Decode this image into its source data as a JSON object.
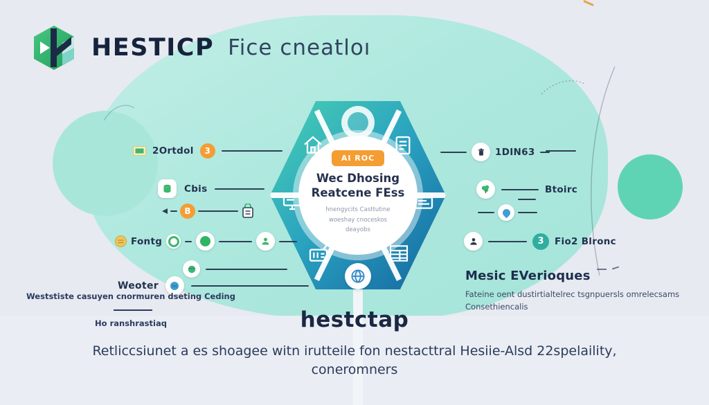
{
  "header": {
    "brand": "HESTICP",
    "tagline": "Fice cneatloı"
  },
  "hub": {
    "badge": "AI ROC",
    "title_line1": "Wec Dhosing",
    "title_line2": "Reatcene FEss",
    "sub_line1": "hnengycits Casttutine",
    "sub_line2": "woeshay cnoceskos",
    "sub_line3": "deayobs",
    "icon_names": [
      "clock-ring-icon",
      "house-icon",
      "document-icon",
      "monitor-icon",
      "browser-list-icon",
      "radio-server-icon",
      "data-table-icon",
      "globe-icon"
    ]
  },
  "left_column": {
    "row1_label": "2Ortdol",
    "row1_badge": "3",
    "row2_label": "Cbis",
    "row3_badge": "B",
    "row4_label": "Fontg",
    "row6_label": "Weoter",
    "note_line1": "Weststiste casuyen cnormuren dseting Ceding",
    "note_line2": "Ho ranshrastiaq"
  },
  "right_column": {
    "row1_label": "1DIN63",
    "row2_label": "Btoirc",
    "row4_badge": "3",
    "row4_label": "Fio2 Blronc",
    "heading": "Mesic EVerioques",
    "body_line1": "Fateine oent dustirtialtelrec tsgnpuersls omrelecsams",
    "body_line2": "Consethiencalis"
  },
  "footer": {
    "wordmark": "hestctap",
    "caption_line1": "Retliccsiunet a es shoagee witn irutteile fon nestacttral Hesiie-Alsd 22spelaility,",
    "caption_line2": "coneromners"
  },
  "colors": {
    "accent_orange": "#f49d32",
    "teal_light": "#49d1b3",
    "teal_deep": "#14659f",
    "green": "#3cb86f",
    "navy": "#1e2c49",
    "blob_teal": "#abe7dc"
  }
}
